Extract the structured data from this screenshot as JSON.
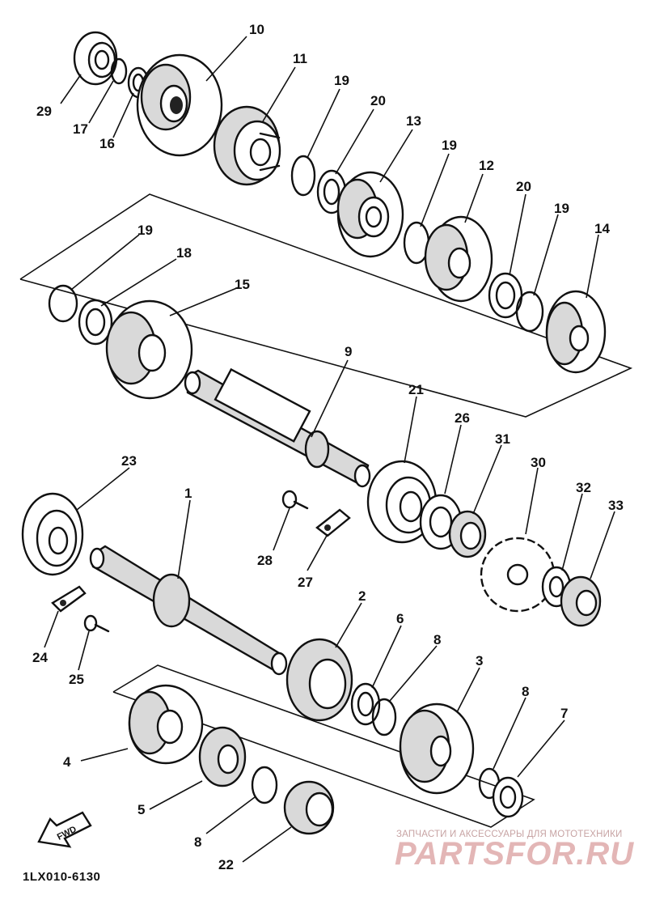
{
  "diagram": {
    "part_code": "1LX010-6130",
    "watermark": {
      "line1": "ЗАПЧАСТИ И АКСЕССУАРЫ ДЛЯ МОТОТЕХНИКИ",
      "line2": "PARTSFOR.RU"
    },
    "fwd_arrow_label": "FWD",
    "callouts": {
      "c10": "10",
      "c11": "11",
      "c19a": "19",
      "c20a": "20",
      "c13": "13",
      "c19b": "19",
      "c12": "12",
      "c20b": "20",
      "c19c": "19",
      "c14": "14",
      "c29": "29",
      "c17": "17",
      "c16": "16",
      "c19d": "19",
      "c18": "18",
      "c15": "15",
      "c9": "9",
      "c21": "21",
      "c26": "26",
      "c31": "31",
      "c30": "30",
      "c32": "32",
      "c33": "33",
      "c23": "23",
      "c1": "1",
      "c28": "28",
      "c27": "27",
      "c24": "24",
      "c25": "25",
      "c2": "2",
      "c6": "6",
      "c8a": "8",
      "c3": "3",
      "c8b": "8",
      "c7": "7",
      "c4": "4",
      "c5": "5",
      "c8c": "8",
      "c22": "22"
    }
  }
}
